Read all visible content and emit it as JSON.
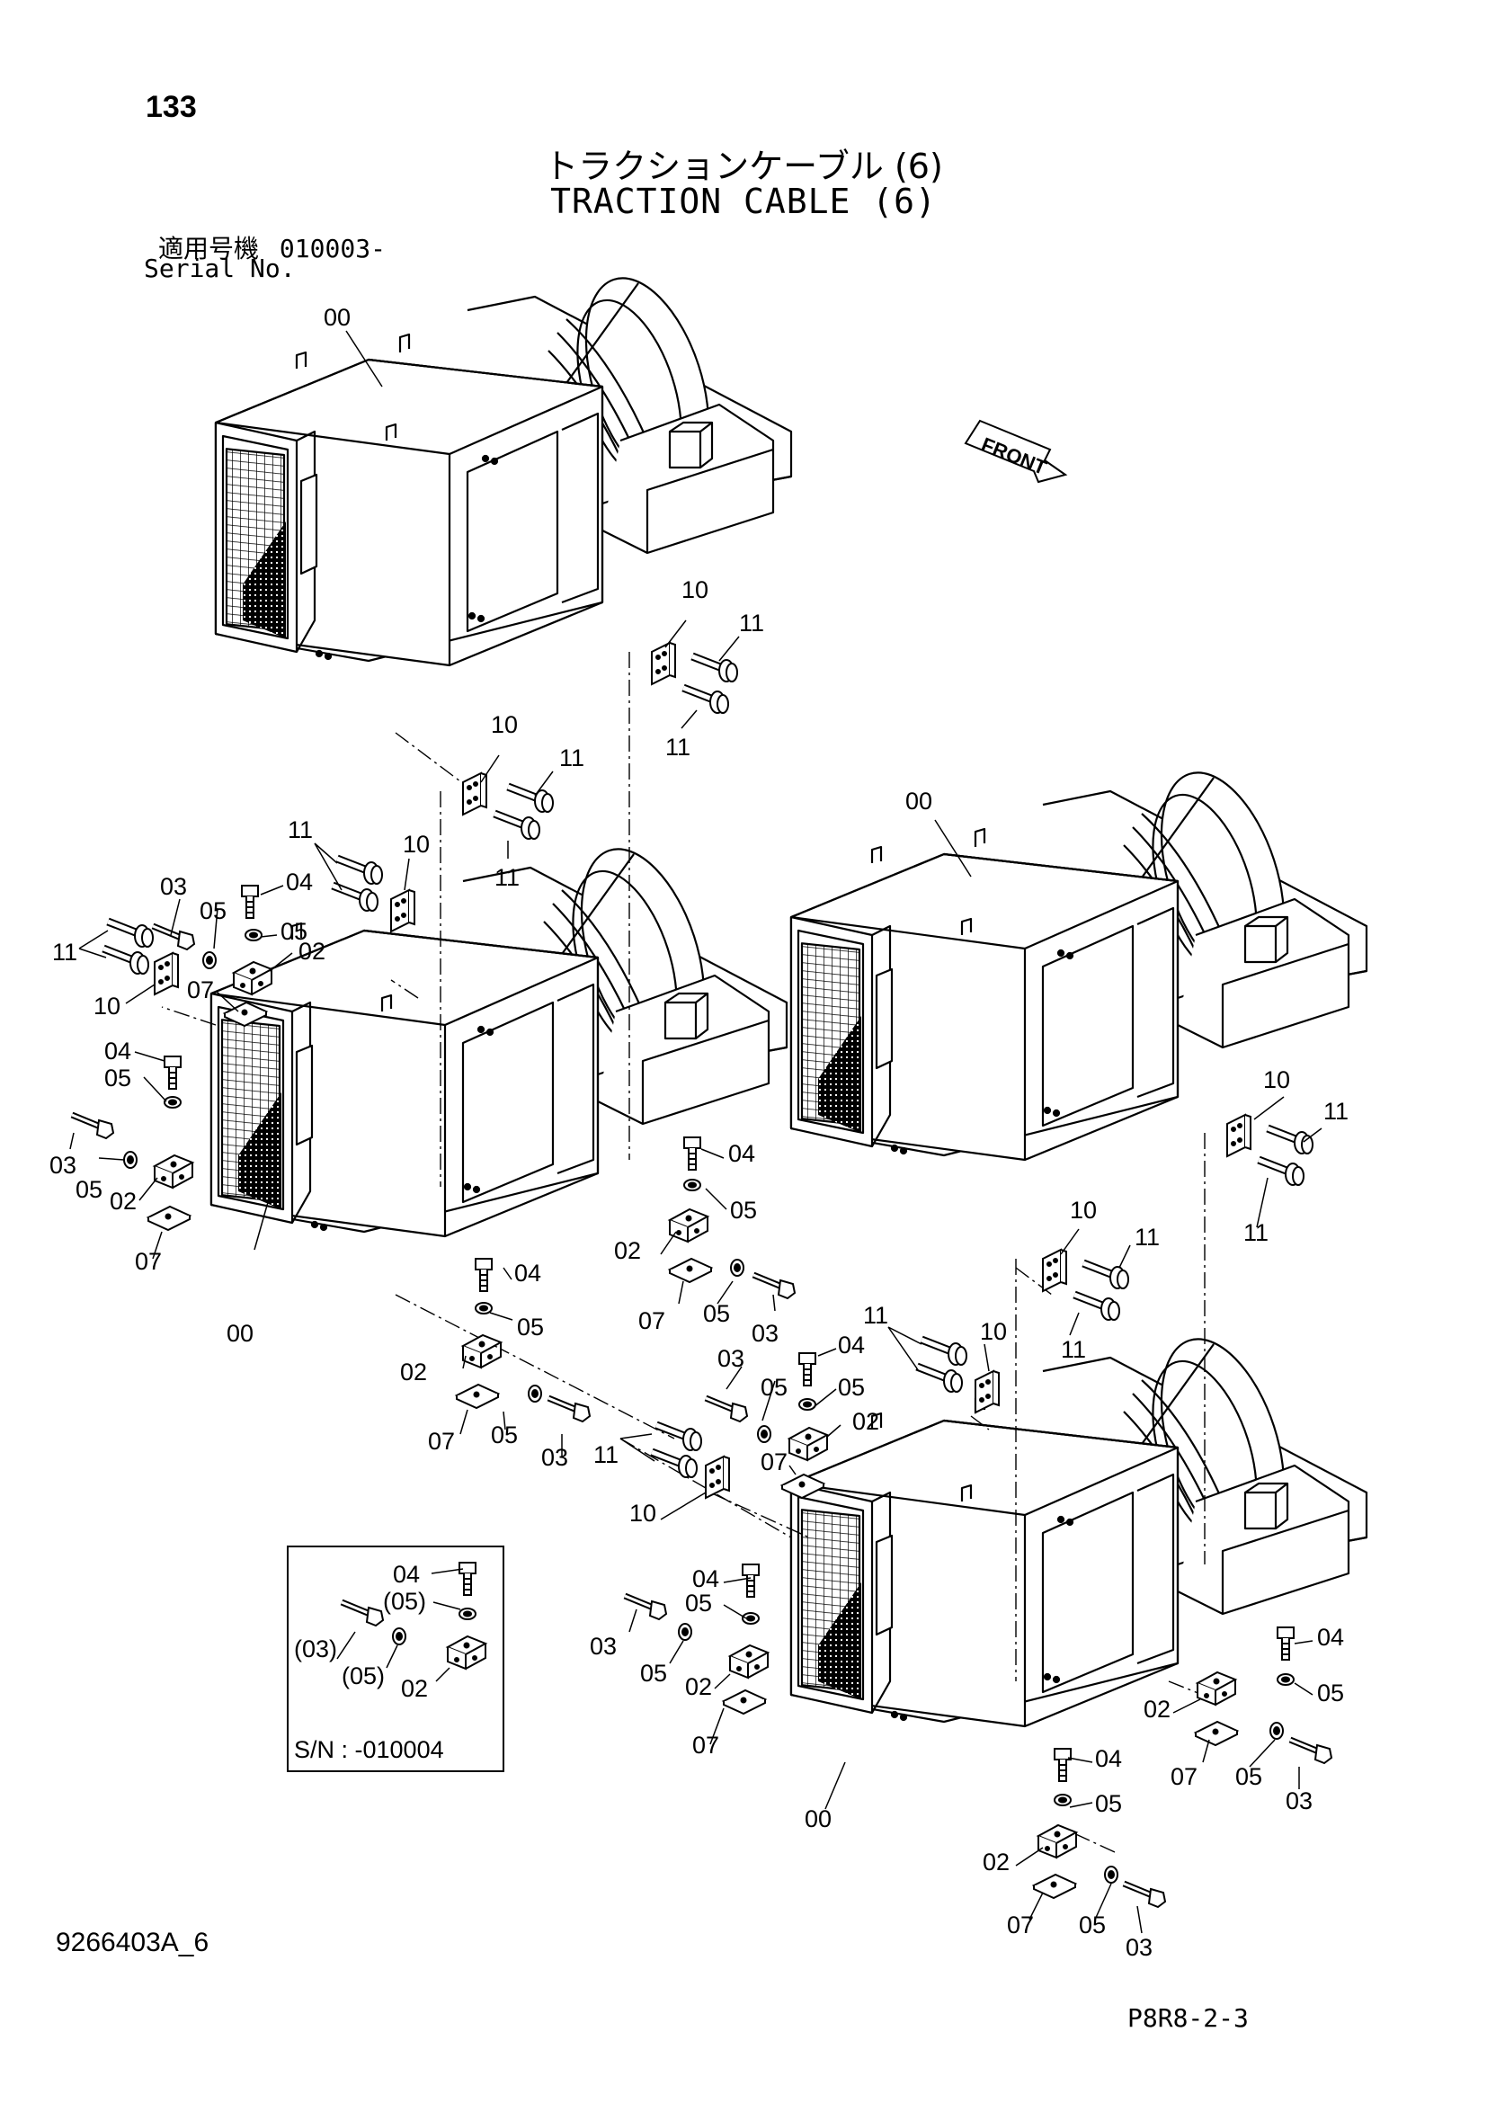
{
  "header": {
    "page_number": "133",
    "title_jp": "トラクションケーブル (6)",
    "title_en": "TRACTION CABLE (6)",
    "serial_label_jp": "適用号機",
    "serial_value": "010003-",
    "serial_label_en": "Serial No."
  },
  "front_marker": "FRONT",
  "callouts": {
    "c00": "00",
    "c02": "02",
    "c03": "03",
    "c04": "04",
    "c05": "05",
    "c07": "07",
    "c10": "10",
    "c11": "11"
  },
  "inset": {
    "label_04": "04",
    "label_05": "(05)",
    "label_03": "(03)",
    "label_05b": "(05)",
    "label_02": "02",
    "serial_note": "S/N : -010004"
  },
  "footer": {
    "drawing_id": "9266403A_6",
    "sheet_code": "P8R8-2-3"
  }
}
